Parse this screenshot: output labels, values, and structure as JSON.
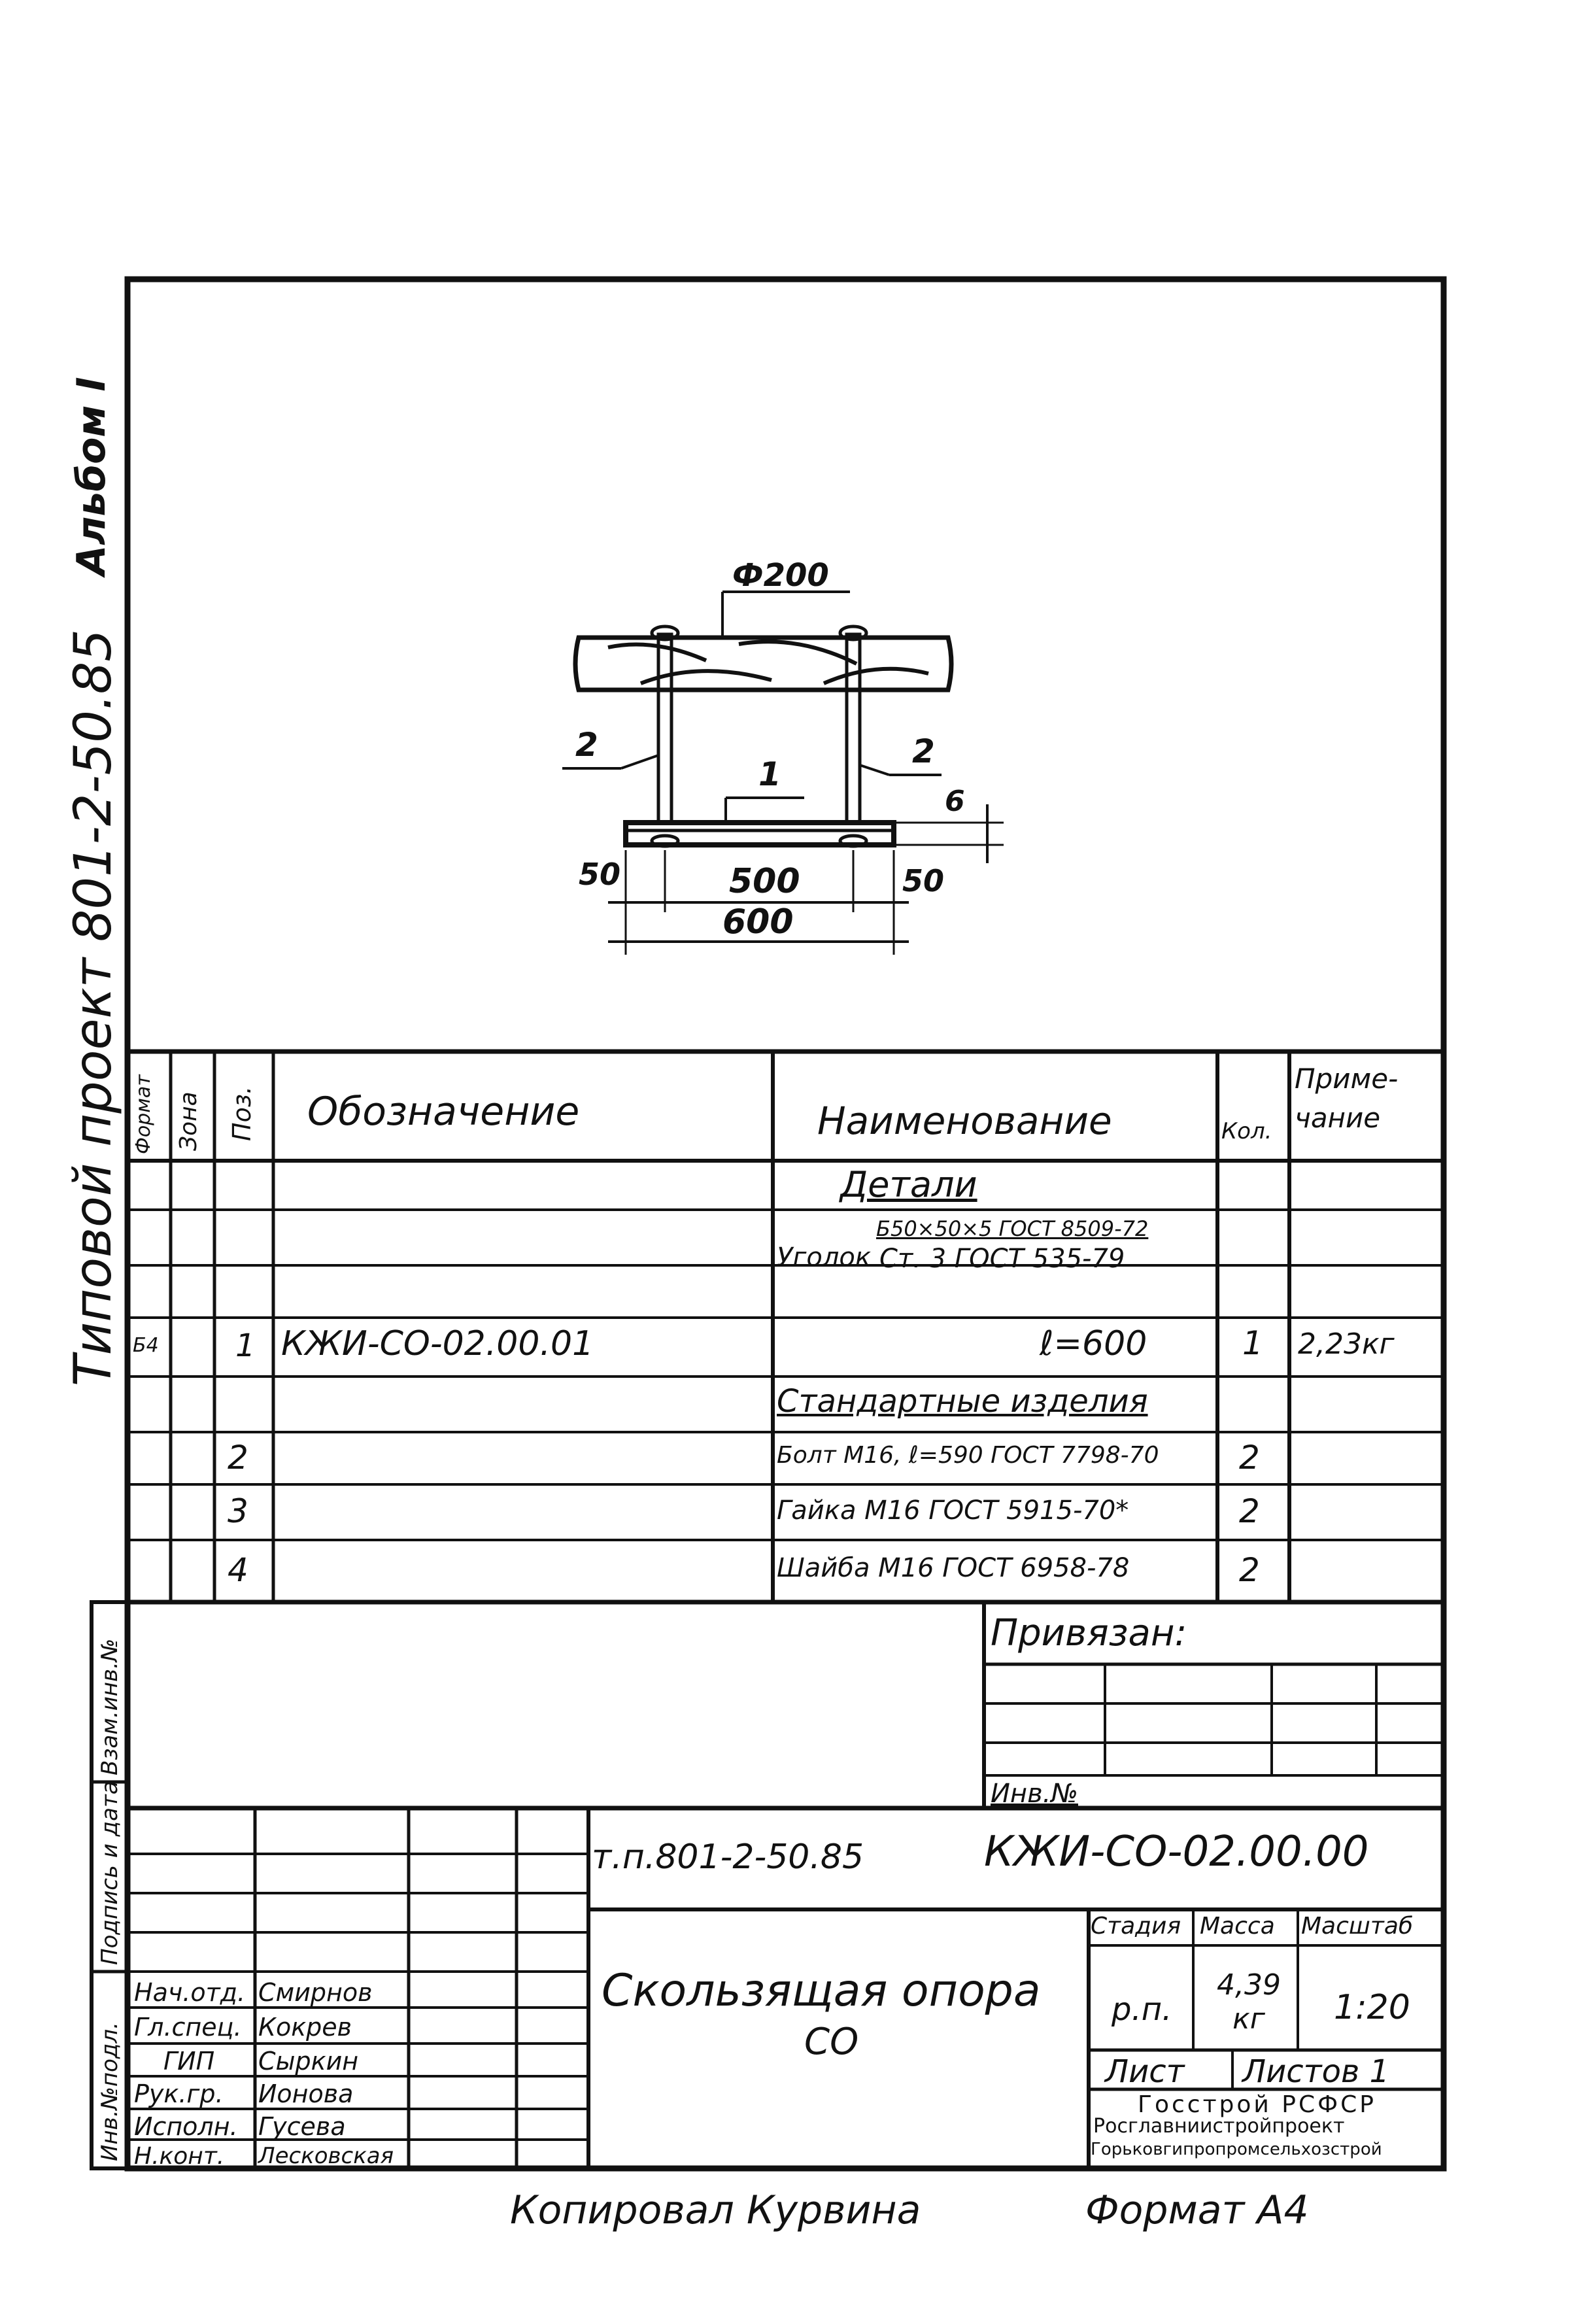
{
  "margin": {
    "album": "Альбом I",
    "project": "Типовой проект 801-2-50.85",
    "stamp_cells": [
      "Инв.№подл.",
      "Подпись и дата",
      "Взам.инв.№"
    ]
  },
  "drawing": {
    "pipe_label": "Ф200",
    "part_1": "1",
    "part_2_left": "2",
    "part_2_right": "2",
    "thickness": "6",
    "dim_50_left": "50",
    "dim_500": "500",
    "dim_50_right": "50",
    "dim_600": "600"
  },
  "spec": {
    "headers": {
      "format": "Формат",
      "zone": "Зона",
      "pos": "Поз.",
      "designation": "Обозначение",
      "name": "Наименование",
      "qty": "Кол.",
      "note": "Приме-чание"
    },
    "section_details": "Детали",
    "angle_label": "Уголок",
    "angle_top": "Б50×50×5 ГОСТ 8509-72",
    "angle_bottom": "Ст. 3 ГОСТ 535-79",
    "rows": [
      {
        "format": "Б4",
        "pos": "1",
        "designation": "КЖИ-СО-02.00.01",
        "name": "ℓ=600",
        "qty": "1",
        "note": "2,23кг"
      }
    ],
    "section_standard": "Стандартные изделия",
    "std_rows": [
      {
        "pos": "2",
        "name": "Болт М16, ℓ=590 ГОСТ 7798-70",
        "qty": "2"
      },
      {
        "pos": "3",
        "name": "Гайка М16 ГОСТ 5915-70*",
        "qty": "2"
      },
      {
        "pos": "4",
        "name": "Шайба М16 ГОСТ 6958-78",
        "qty": "2"
      }
    ]
  },
  "binding": {
    "title": "Привязан:",
    "inv_label": "Инв.№"
  },
  "title_block": {
    "project_code": "т.п.801-2-50.85",
    "doc_code": "КЖИ-СО-02.00.00",
    "title_line1": "Скользящая опора",
    "title_line2": "СО",
    "stage_label": "Стадия",
    "mass_label": "Масса",
    "scale_label": "Масштаб",
    "stage_value": "р.п.",
    "mass_value": "4,39 кг",
    "scale_value": "1:20",
    "sheet_label": "Лист",
    "sheets_label": "Листов 1",
    "org_line1": "Госстрой РСФСР",
    "org_line2": "Росглавниистройпроект",
    "org_line3": "Горьковгипропромсельхозстрой",
    "people": [
      {
        "role": "Нач.отд.",
        "name": "Смирнов"
      },
      {
        "role": "Гл.спец.",
        "name": "Кокрев"
      },
      {
        "role": "ГИП",
        "name": "Сыркин"
      },
      {
        "role": "Рук.гр.",
        "name": "Ионова"
      },
      {
        "role": "Исполн.",
        "name": "Гусева"
      },
      {
        "role": "Н.конт.",
        "name": "Лесковская"
      }
    ]
  },
  "footer": {
    "copied": "Копировал Курвина",
    "format": "Формат А4"
  }
}
